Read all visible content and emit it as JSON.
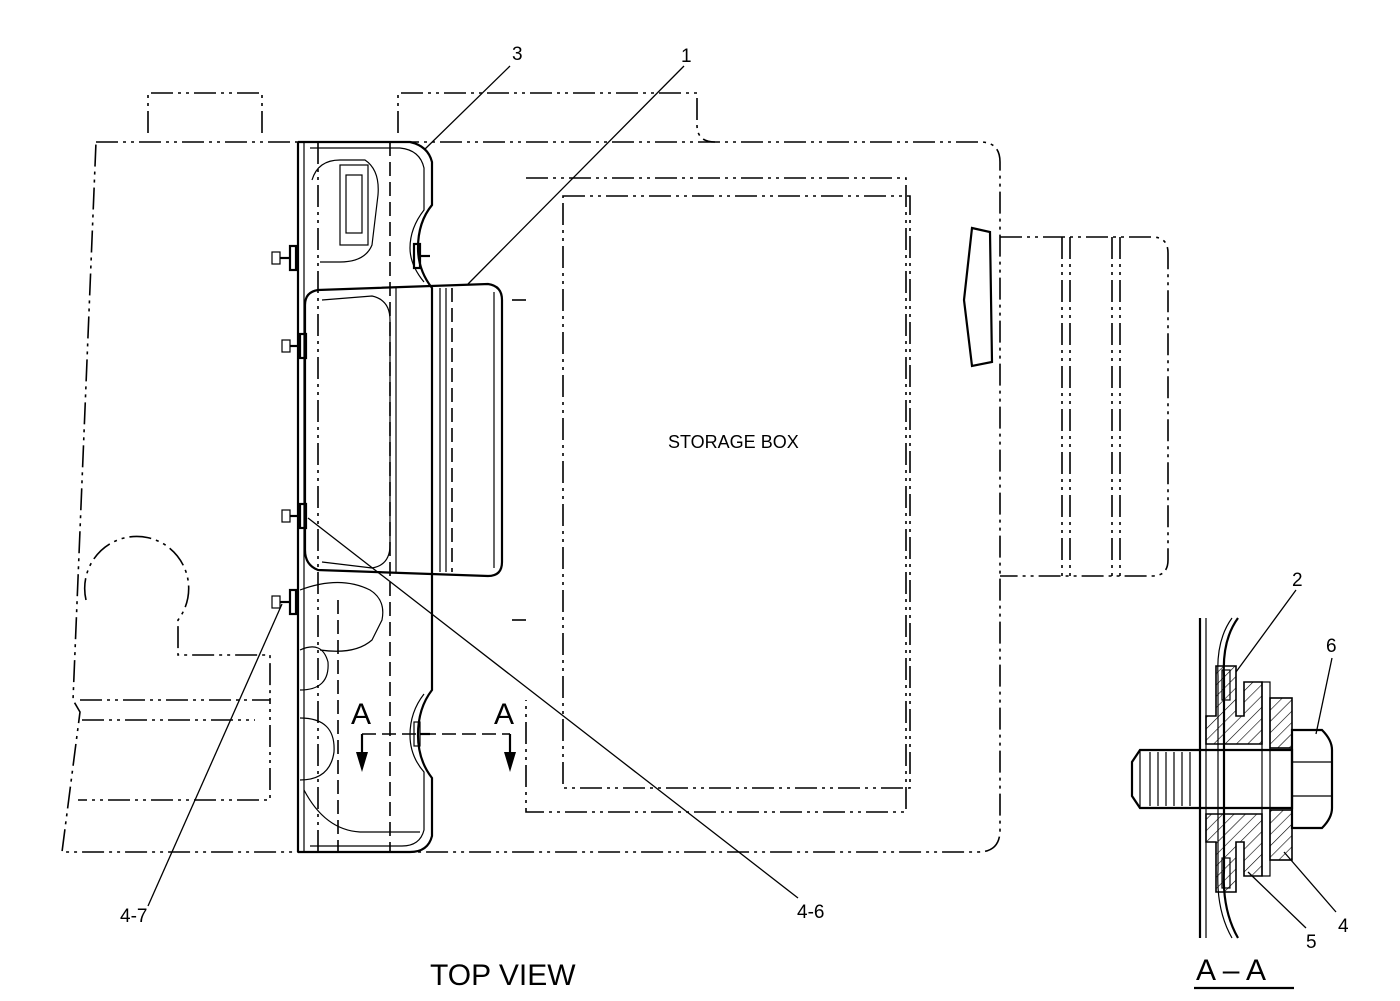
{
  "view": {
    "title": "TOP VIEW",
    "component_label": "STORAGE BOX"
  },
  "section": {
    "marker_left": "A",
    "marker_right": "A",
    "title": "A – A"
  },
  "callouts": [
    {
      "id": "callout-1",
      "text": "1"
    },
    {
      "id": "callout-2",
      "text": "2"
    },
    {
      "id": "callout-3",
      "text": "3"
    },
    {
      "id": "callout-4",
      "text": "4"
    },
    {
      "id": "callout-5",
      "text": "5"
    },
    {
      "id": "callout-6",
      "text": "6"
    },
    {
      "id": "callout-4-6",
      "text": "4-6"
    },
    {
      "id": "callout-4-7",
      "text": "4-7"
    }
  ]
}
